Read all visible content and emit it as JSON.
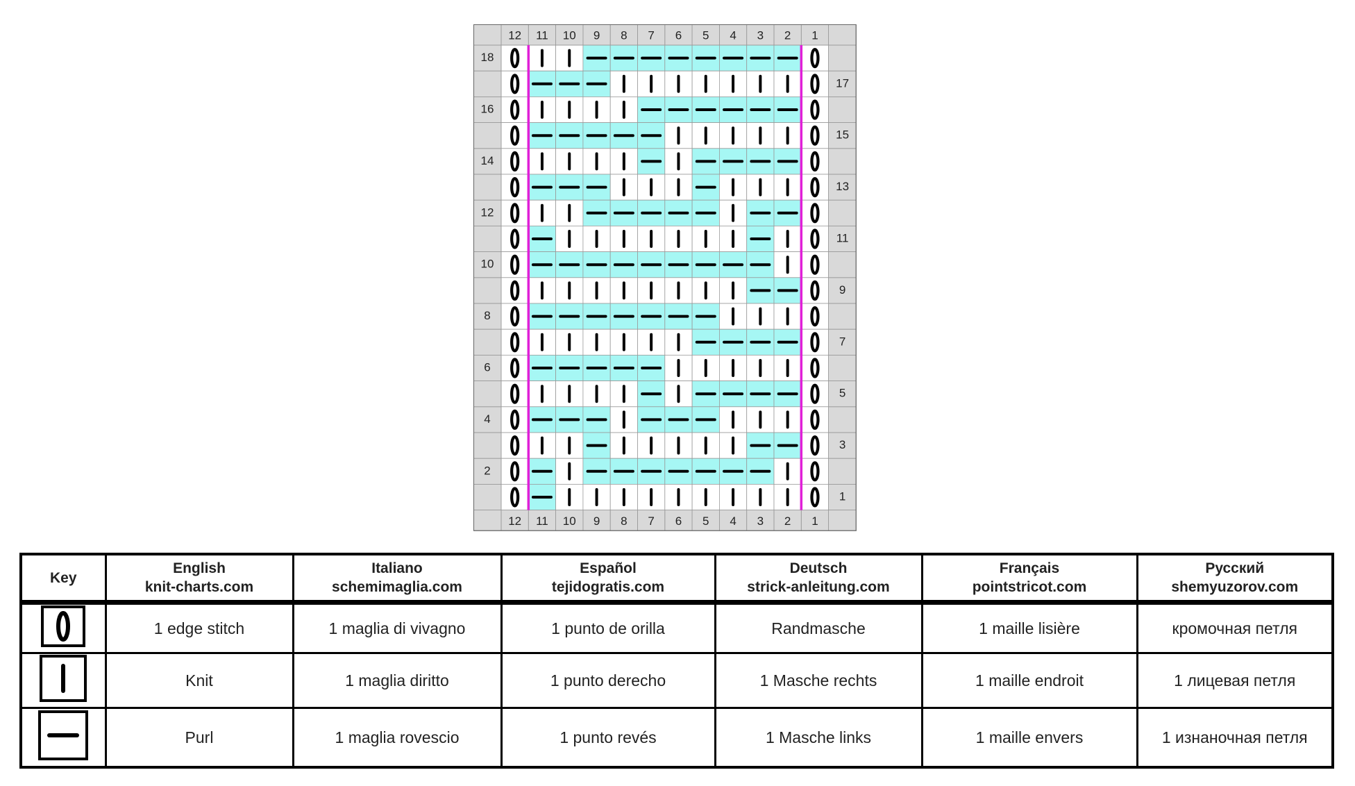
{
  "chart_data": {
    "type": "table",
    "col_numbers": [
      "12",
      "11",
      "10",
      "9",
      "8",
      "7",
      "6",
      "5",
      "4",
      "3",
      "2",
      "1"
    ],
    "rows": [
      {
        "row": 18,
        "label_side": "left",
        "stitches": "ekkppppppppe"
      },
      {
        "row": 17,
        "label_side": "right",
        "stitches": "epppkkkkkkke"
      },
      {
        "row": 16,
        "label_side": "left",
        "stitches": "ekkkkppppppe"
      },
      {
        "row": 15,
        "label_side": "right",
        "stitches": "eppppPkkkkke"
      },
      {
        "row": 14,
        "label_side": "left",
        "stitches": "ekkkkpkppppe"
      },
      {
        "row": 13,
        "label_side": "right",
        "stitches": "epppkkkpkkke"
      },
      {
        "row": 12,
        "label_side": "left",
        "stitches": "ekkpppppkppe"
      },
      {
        "row": 11,
        "label_side": "right",
        "stitches": "epkkkkkkkpke"
      },
      {
        "row": 10,
        "label_side": "left",
        "stitches": "epppppppppke"
      },
      {
        "row": 9,
        "label_side": "right",
        "stitches": "ekkkkkkkkppe"
      },
      {
        "row": 8,
        "label_side": "left",
        "stitches": "epppppppkkke"
      },
      {
        "row": 7,
        "label_side": "right",
        "stitches": "ekkkkkkppppe"
      },
      {
        "row": 6,
        "label_side": "left",
        "stitches": "epppppkkkkke"
      },
      {
        "row": 5,
        "label_side": "right",
        "stitches": "ekkkkpkppppe"
      },
      {
        "row": 4,
        "label_side": "left",
        "stitches": "epppkpppkkke"
      },
      {
        "row": 3,
        "label_side": "right",
        "stitches": "ekkpkkkkkppe"
      },
      {
        "row": 2,
        "label_side": "left",
        "stitches": "epkppppppPke"
      },
      {
        "row": 1,
        "label_side": "right",
        "stitches": "epkkkkkkkkke"
      }
    ],
    "highlight_cells": {
      "18": [
        9,
        8,
        7,
        6,
        5,
        4,
        3,
        2
      ],
      "17": [
        11,
        10,
        9
      ],
      "16": [
        7,
        6,
        5,
        4,
        3,
        2
      ],
      "15": [
        11,
        10,
        9,
        8,
        7
      ],
      "14": [
        7,
        5,
        4,
        3,
        2
      ],
      "13": [
        11,
        10,
        9,
        5
      ],
      "12": [
        9,
        8,
        7,
        6,
        5,
        3,
        2
      ],
      "11": [
        11,
        3
      ],
      "10": [
        11,
        10,
        9,
        8,
        7,
        6,
        5,
        4,
        3
      ],
      "9": [
        3,
        2
      ],
      "8": [
        11,
        10,
        9,
        8,
        7,
        6,
        5
      ],
      "7": [
        5,
        4,
        3,
        2
      ],
      "6": [
        11,
        10,
        9,
        8,
        7
      ],
      "5": [
        7,
        5,
        4,
        3,
        2
      ],
      "4": [
        11,
        10,
        9,
        7,
        6,
        5
      ],
      "3": [
        9,
        3,
        2
      ],
      "2": [
        11,
        9,
        8,
        7,
        6,
        5,
        4,
        3
      ],
      "1": [
        11
      ]
    },
    "legend": {
      "e": "edge stitch",
      "k": "knit",
      "p": "purl"
    },
    "colors": {
      "highlight": "#a6f7f4",
      "edge_line": "#e020d8",
      "header_bg": "#d9d9d9",
      "grid": "#9a9a9a"
    }
  },
  "key_table": {
    "headers": [
      {
        "lang": "Key",
        "site": ""
      },
      {
        "lang": "English",
        "site": "knit-charts.com"
      },
      {
        "lang": "Italiano",
        "site": "schemimaglia.com"
      },
      {
        "lang": "Español",
        "site": "tejidogratis.com"
      },
      {
        "lang": "Deutsch",
        "site": "strick-anleitung.com"
      },
      {
        "lang": "Français",
        "site": "pointstricot.com"
      },
      {
        "lang": "Русский",
        "site": "shemyuzorov.com"
      }
    ],
    "rows": [
      {
        "symbol": "edge-icon",
        "cells": [
          "1 edge stitch",
          "1 maglia di vivagno",
          "1 punto de orilla",
          "Randmasche",
          "1 maille lisière",
          "кромочная петля"
        ]
      },
      {
        "symbol": "knit-icon",
        "cells": [
          "Knit",
          "1 maglia diritto",
          "1 punto derecho",
          "1 Masche rechts",
          "1 maille endroit",
          "1 лицевая петля"
        ]
      },
      {
        "symbol": "purl-icon",
        "cells": [
          "Purl",
          "1 maglia rovescio",
          "1 punto revés",
          "1 Masche links",
          "1 maille envers",
          "1 изнаночная петля"
        ]
      }
    ]
  }
}
